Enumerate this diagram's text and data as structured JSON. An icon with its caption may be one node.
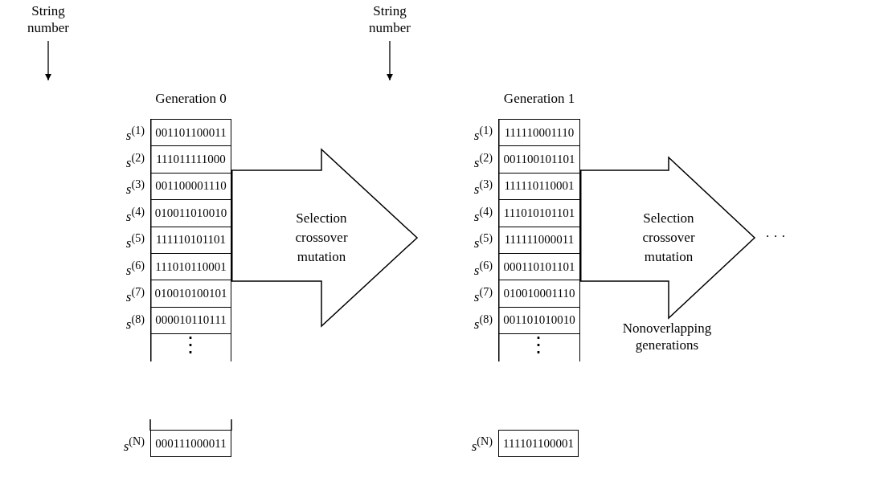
{
  "diagram": {
    "nodes": [
      {
        "text": [
          "String number"
        ]
      },
      {
        "text": [
          "Generation 0"
        ]
      },
      {
        "text": [
          "001101100011"
        ],
        "in": 1
      },
      {
        "text": [
          "111011111000"
        ],
        "in": 1
      },
      {
        "text": [
          "001100001110"
        ],
        "in": 1
      },
      {
        "text": [
          "010011010010"
        ],
        "in": 1
      },
      {
        "text": [
          "111110101101"
        ],
        "in": 1
      },
      {
        "text": [
          "111010110001"
        ],
        "in": 1
      },
      {
        "text": [
          "010010100101"
        ],
        "in": 1
      },
      {
        "text": [
          "000010110111"
        ],
        "in": 1
      },
      {
        "text": [
          "000111000011"
        ]
      },
      {
        "text": [
          "Selection crossover mutation"
        ]
      },
      {
        "text": [
          "String number"
        ]
      },
      {
        "text": [
          "Generation 1"
        ]
      },
      {
        "text": [
          "111110001110"
        ],
        "in": 13
      },
      {
        "text": [
          "001100101101"
        ],
        "in": 13
      },
      {
        "text": [
          "111110110001"
        ],
        "in": 13
      },
      {
        "text": [
          "111010101101"
        ],
        "in": 13
      },
      {
        "text": [
          "111111000011"
        ],
        "in": 13
      },
      {
        "text": [
          "000110101101"
        ],
        "in": 13
      },
      {
        "text": [
          "010010001110"
        ],
        "in": 13
      },
      {
        "text": [
          "001101010010"
        ],
        "in": 13
      },
      {
        "text": [
          "111101100001"
        ]
      },
      {
        "text": [
          "Selection crossover mutation"
        ]
      }
    ],
    "edges": [
      {
        "from": 0,
        "to": null,
        "arrow": "to"
      },
      {
        "from": 12,
        "to": null,
        "arrow": "to"
      }
    ],
    "labels": [
      "*s*$^{(1)}$",
      "*s*$^{(2)}$",
      "*s*$^{(3)}$",
      "*s*$^{(4)}$",
      "*s*$^{(5)}$",
      "*s*$^{(6)}$",
      "*s*$^{(7)}$",
      "*s*$^{(8)}$",
      "*s*$^{(N)}$",
      "*s*$^{(1)}$",
      "*s*$^{(2)}$",
      "*s*$^{(3)}$",
      "*s*$^{(4)}$",
      "*s*$^{(5)}$",
      "*s*$^{(6)}$",
      "*s*$^{(7)}$",
      "*s*$^{(8)}$",
      "*s*$^{(N)}$",
      "⋮",
      "⋮",
      "· · ·",
      "Nonoverlapping generations"
    ]
  }
}
